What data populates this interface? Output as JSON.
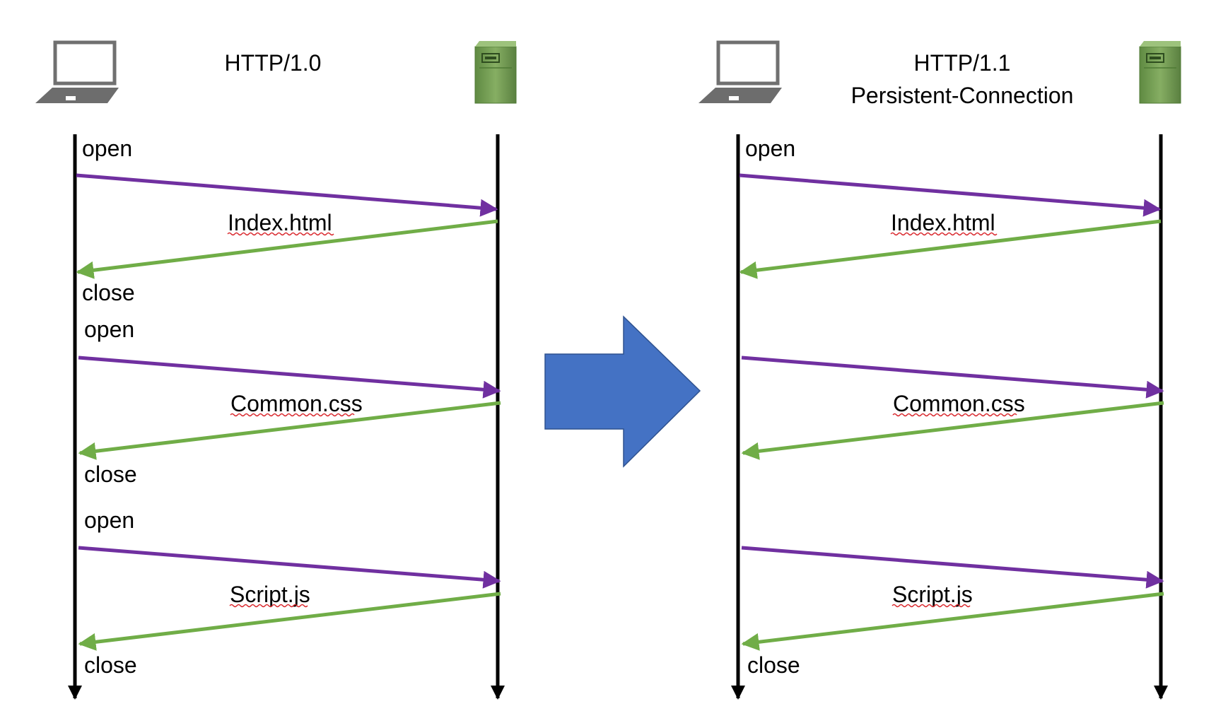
{
  "left": {
    "title": "HTTP/1.0",
    "labels": [
      "open",
      "close",
      "open",
      "close",
      "open",
      "close"
    ],
    "files": [
      "Index.html",
      "Common.css",
      "Script.js"
    ]
  },
  "right": {
    "title_line1": "HTTP/1.1",
    "title_line2": "Persistent-Connection",
    "labels": [
      "open",
      "close"
    ],
    "files": [
      "Index.html",
      "Common.css",
      "Script.js"
    ]
  },
  "icons": {
    "client": "laptop-icon",
    "server": "server-icon",
    "transition": "right-arrow"
  },
  "colors": {
    "request": "#7030a0",
    "response": "#70ad47",
    "timeline": "#000000",
    "transition_arrow": "#4472c4",
    "server_body": "#6f9a4f"
  }
}
